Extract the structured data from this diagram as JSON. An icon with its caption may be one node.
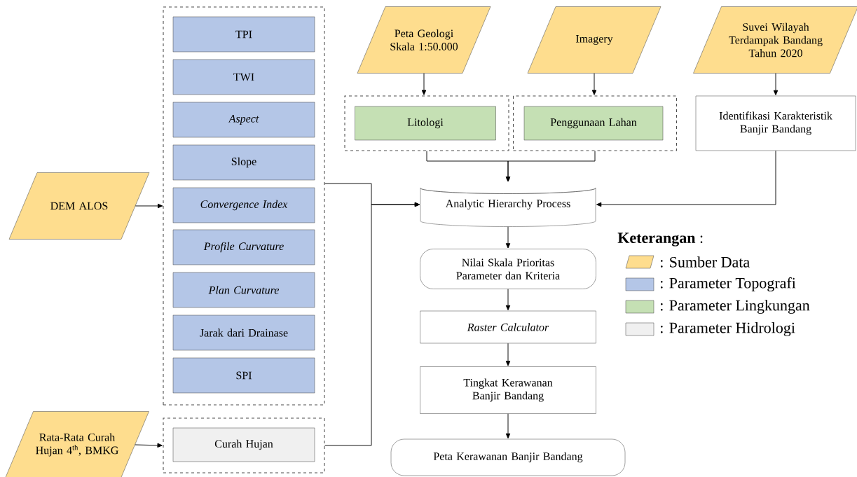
{
  "diagram": {
    "nodes": [
      {
        "text": [
          "DEM ALOS"
        ]
      },
      {
        "text": [],
        "shape": "box"
      },
      {
        "text": [
          "TPI"
        ],
        "in": 1
      },
      {
        "text": [
          "TWI"
        ],
        "in": 1
      },
      {
        "text": [
          "Aspect"
        ],
        "in": 1
      },
      {
        "text": [
          "Slope"
        ],
        "in": 1
      },
      {
        "text": [
          "Convergence Index"
        ],
        "in": 1
      },
      {
        "text": [
          "Profile Curvature"
        ],
        "in": 1
      },
      {
        "text": [
          "Plan Curvature"
        ],
        "in": 1
      },
      {
        "text": [
          "Jarak dari Drainase"
        ],
        "in": 1
      },
      {
        "text": [
          "SPI"
        ],
        "in": 1
      },
      {
        "text": [
          "Rata-Rata Curah Hujan 4$^{th}$, BMKG"
        ]
      },
      {
        "text": [],
        "shape": "box"
      },
      {
        "text": [
          "Curah Hujan"
        ],
        "in": 12
      },
      {
        "text": [
          "Peta Geologi Skala 1:50.000"
        ]
      },
      {
        "text": [
          "Imagery"
        ]
      },
      {
        "text": [
          "Suvei Wilayah Terdampak Bandang Tahun 2020"
        ]
      },
      {
        "text": [],
        "shape": "box"
      },
      {
        "text": [
          "Litologi"
        ],
        "in": 17
      },
      {
        "text": [],
        "shape": "box"
      },
      {
        "text": [
          "Penggunaan Lahan"
        ],
        "in": 19
      },
      {
        "text": [
          "Identifikasi Karakteristik Banjir Bandang"
        ]
      },
      {
        "text": [
          "Analytic Hierarchy Process"
        ]
      },
      {
        "text": [
          "Nilai Skala Prioritas Parameter dan Kriteria"
        ]
      },
      {
        "text": [
          "Raster Calculator"
        ]
      },
      {
        "text": [
          "Tingkat Kerawanan Banjir Bandang"
        ]
      },
      {
        "text": [
          "Peta Kerawanan Banjir Bandang"
        ]
      }
    ],
    "edges": [
      {
        "from": 0,
        "to": 1,
        "arrow": "to"
      },
      {
        "from": 11,
        "to": 12,
        "arrow": "to"
      },
      {
        "from": 14,
        "to": 17,
        "arrow": "to"
      },
      {
        "from": 15,
        "to": 19,
        "arrow": "to"
      },
      {
        "from": 16,
        "to": 21,
        "arrow": "to"
      },
      {
        "from": 17,
        "to": 22,
        "arrow": "to"
      },
      {
        "from": 19,
        "to": 22,
        "arrow": "to"
      },
      {
        "from": 1,
        "to": 22,
        "arrow": "to"
      },
      {
        "from": 12,
        "to": 22,
        "arrow": "to"
      },
      {
        "from": 21,
        "to": 22,
        "arrow": "to"
      },
      {
        "from": 22,
        "to": 23,
        "arrow": "to"
      },
      {
        "from": 23,
        "to": 24,
        "arrow": "to"
      },
      {
        "from": 24,
        "to": 25,
        "arrow": "to"
      },
      {
        "from": 25,
        "to": 26,
        "arrow": "to"
      }
    ],
    "labels": [
      "**Keterangan** :"
    ],
    "legend": [
      {
        "text": ": Sumber Data",
        "color": "#fedd8e"
      },
      {
        "text": ": Parameter Topografi",
        "color": "#b4c6e7"
      },
      {
        "text": ": Parameter Lingkungan",
        "color": "#c5e0b4"
      },
      {
        "text": ": Parameter Hidrologi",
        "color": "#f0f0f0"
      }
    ]
  }
}
